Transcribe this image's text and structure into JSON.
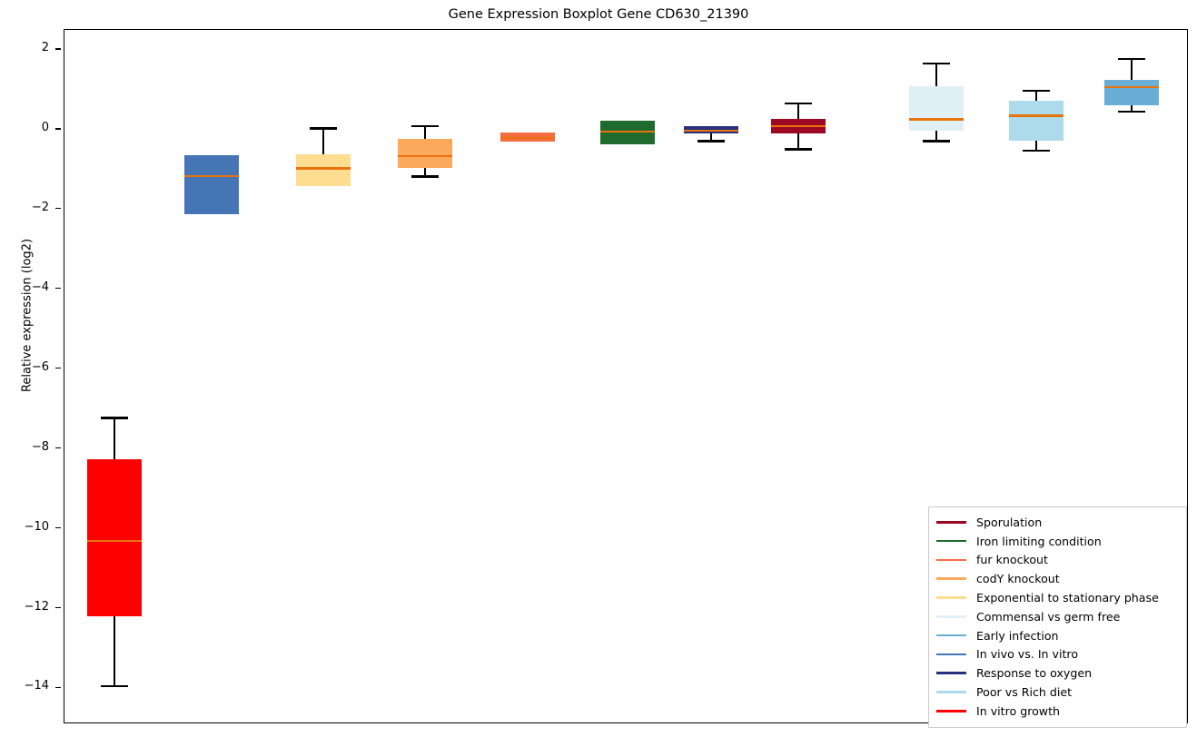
{
  "chart_data": {
    "type": "box",
    "title": "Gene Expression Boxplot Gene CD630_21390",
    "xlabel": "",
    "ylabel": "Relative expression (log2)",
    "ylim": [
      -14.9,
      2.5
    ],
    "yticks": [
      2,
      0,
      -2,
      -4,
      -6,
      -8,
      -10,
      -12,
      -14
    ],
    "ytick_labels": [
      "2",
      "0",
      "−2",
      "−4",
      "−6",
      "−8",
      "−10",
      "−12",
      "−14"
    ],
    "grid": false,
    "legend_position": "lower right",
    "boxes": [
      {
        "name": "In vitro growth",
        "color": "#ff0000",
        "x_center": 125,
        "whisker_low": -13.95,
        "q1": -12.2,
        "median": -10.3,
        "q3": -8.25,
        "whisker_high": -7.22
      },
      {
        "name": "In vivo vs. In vitro",
        "color": "#4575b4",
        "x_center": 232,
        "whisker_low": -2.12,
        "q1": -2.12,
        "median": -1.17,
        "q3": -0.64,
        "whisker_high": -0.64
      },
      {
        "name": "Exponential to stationary phase",
        "color": "#ffdd91",
        "x_center": 355,
        "whisker_low": -1.42,
        "q1": -1.42,
        "median": -0.97,
        "q3": -0.61,
        "whisker_high": 0.03
      },
      {
        "name": "codY knockout",
        "color": "#fca95c",
        "x_center": 467,
        "whisker_low": -1.17,
        "q1": -0.96,
        "median": -0.66,
        "q3": -0.23,
        "whisker_high": 0.09
      },
      {
        "name": "fur knockout",
        "color": "#f46d43",
        "x_center": 580,
        "whisker_low": -0.29,
        "q1": -0.29,
        "median": -0.2,
        "q3": -0.07,
        "whisker_high": -0.07
      },
      {
        "name": "Iron limiting condition",
        "color": "#1f6b2e",
        "x_center": 690,
        "whisker_low": -0.36,
        "q1": -0.36,
        "median": -0.05,
        "q3": 0.22,
        "whisker_high": 0.22
      },
      {
        "name": "Response to oxygen",
        "color": "#29307f",
        "x_center": 782,
        "whisker_low": -0.29,
        "q1": -0.09,
        "median": -0.02,
        "q3": 0.09,
        "whisker_high": 0.09
      },
      {
        "name": "Sporulation",
        "color": "#9c0824",
        "x_center": 878,
        "whisker_low": -0.49,
        "q1": -0.09,
        "median": 0.08,
        "q3": 0.27,
        "whisker_high": 0.66
      },
      {
        "name": "Commensal vs germ free",
        "color": "#e1eff6",
        "x_center": 1030,
        "whisker_low": -0.29,
        "q1": -0.02,
        "median": 0.26,
        "q3": 1.09,
        "whisker_high": 1.66
      },
      {
        "name": "Poor vs Rich diet",
        "color": "#aedbeb",
        "x_center": 1140,
        "whisker_low": -0.53,
        "q1": -0.27,
        "median": 0.35,
        "q3": 0.72,
        "whisker_high": 0.98
      },
      {
        "name": "Early infection",
        "color": "#6aaed6",
        "x_center": 1245,
        "whisker_low": 0.45,
        "q1": 0.62,
        "median": 1.07,
        "q3": 1.25,
        "whisker_high": 1.77
      }
    ],
    "median_color": "#e8730c"
  },
  "legend": {
    "items": [
      {
        "label": "Sporulation",
        "color": "#9c0824"
      },
      {
        "label": "Iron limiting condition",
        "color": "#1f6b2e"
      },
      {
        "label": "fur knockout",
        "color": "#f46d43"
      },
      {
        "label": "codY knockout",
        "color": "#fca95c"
      },
      {
        "label": "Exponential to stationary phase",
        "color": "#ffdd91"
      },
      {
        "label": "Commensal vs germ free",
        "color": "#e1eff6"
      },
      {
        "label": "Early infection",
        "color": "#6aaed6"
      },
      {
        "label": "In vivo vs. In vitro",
        "color": "#4575b4"
      },
      {
        "label": "Response to oxygen",
        "color": "#29307f"
      },
      {
        "label": "Poor vs Rich diet",
        "color": "#aedbeb"
      },
      {
        "label": "In vitro growth",
        "color": "#ff0000"
      }
    ]
  }
}
